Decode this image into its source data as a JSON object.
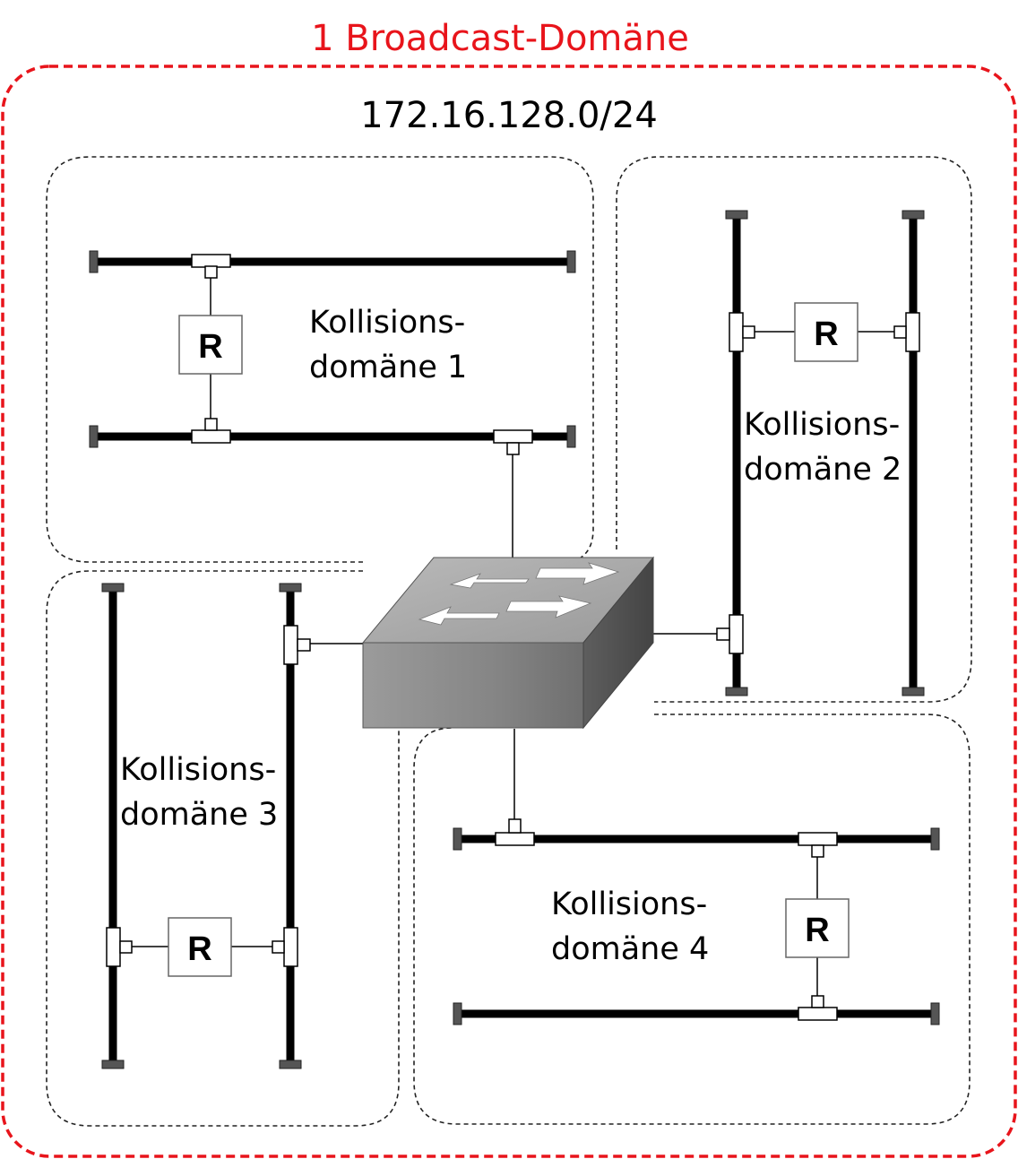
{
  "title": "1 Broadcast-Domäne",
  "subnet": "172.16.128.0/24",
  "domains": [
    {
      "line1": "Kollisions-",
      "line2": "domäne 1"
    },
    {
      "line1": "Kollisions-",
      "line2": "domäne 2"
    },
    {
      "line1": "Kollisions-",
      "line2": "domäne 3"
    },
    {
      "line1": "Kollisions-",
      "line2": "domäne 4"
    }
  ],
  "repeater_label": "R",
  "colors": {
    "broadcast_border": "#e8141b",
    "cable": "#000000",
    "switch_top": "#a9a9a9",
    "switch_front": "#8c8c8c",
    "switch_side": "#5a5a5a"
  },
  "icons": [
    "switch-icon",
    "repeater-icon",
    "t-connector-icon",
    "cable-terminator-icon",
    "arrow-icon"
  ]
}
